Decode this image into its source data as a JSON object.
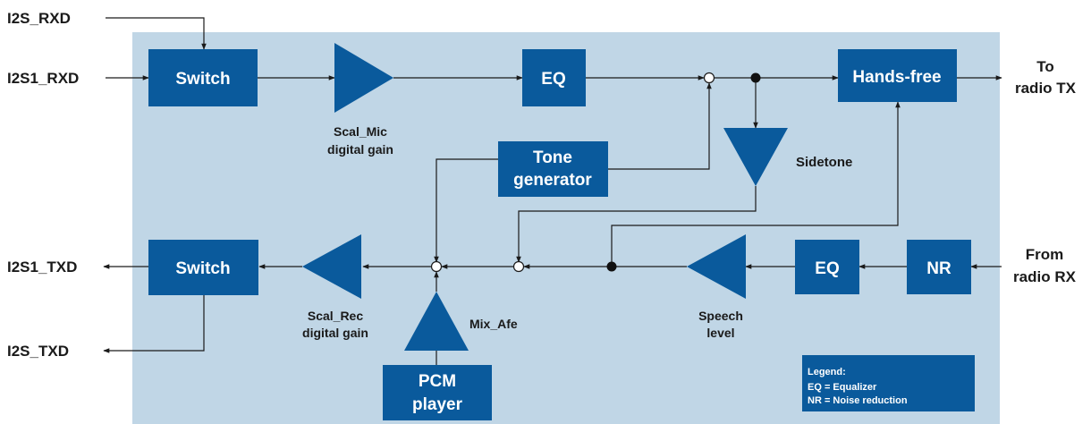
{
  "inputs": {
    "i2s_rxd": "I2S_RXD",
    "i2s1_rxd": "I2S1_RXD",
    "from_radio_l1": "From",
    "from_radio_l2": "radio RX"
  },
  "outputs": {
    "i2s1_txd": "I2S1_TXD",
    "i2s_txd": "I2S_TXD",
    "to_radio_l1": "To",
    "to_radio_l2": "radio TX"
  },
  "blocks": {
    "switch_top": "Switch",
    "eq_top": "EQ",
    "handsfree": "Hands-free",
    "tone_l1": "Tone",
    "tone_l2": "generator",
    "switch_bottom": "Switch",
    "pcm_l1": "PCM",
    "pcm_l2": "player",
    "eq_bottom": "EQ",
    "nr": "NR"
  },
  "amp_labels": {
    "scal_mic_l1": "Scal_Mic",
    "scal_mic_l2": "digital gain",
    "sidetone": "Sidetone",
    "scal_rec_l1": "Scal_Rec",
    "scal_rec_l2": "digital gain",
    "mix_afe": "Mix_Afe",
    "speech_l1": "Speech",
    "speech_l2": "level"
  },
  "legend": {
    "title": "Legend:",
    "line1": "EQ = Equalizer",
    "line2": "NR = Noise reduction"
  },
  "colors": {
    "panel": "#c0d6e6",
    "block": "#0a5a9c",
    "line": "#1a1a1a"
  }
}
